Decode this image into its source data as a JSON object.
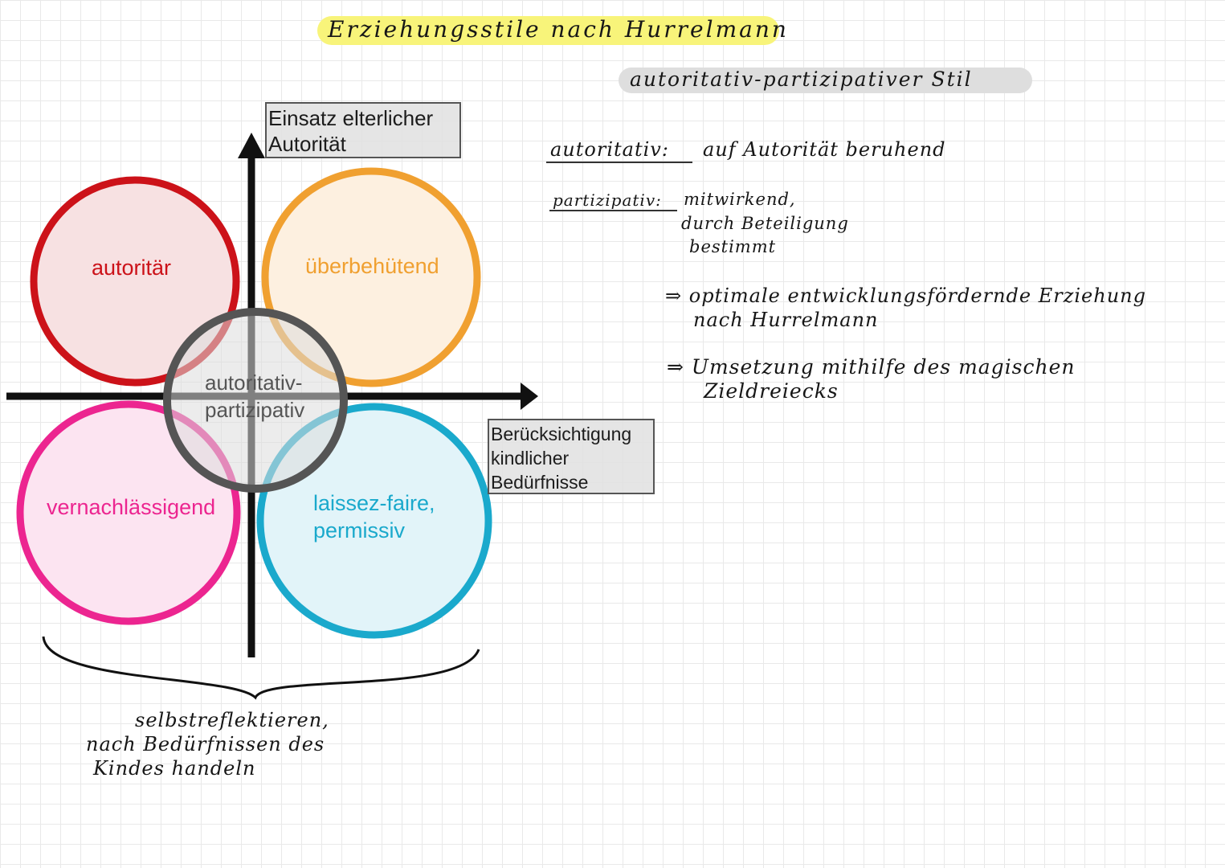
{
  "title": "Erziehungsstile nach Hurrelmann",
  "subtitle": "autoritativ-partizipativer Stil",
  "axes": {
    "y_label": [
      "Einsatz elterlicher",
      "Autorität"
    ],
    "x_label": [
      "Berücksichtigung",
      "kindlicher",
      "Bedürfnisse"
    ]
  },
  "styles": {
    "autoritaer": {
      "label": "autoritär",
      "color": "#cc1219",
      "fill": "#f7e1e2"
    },
    "ueberbehuetend": {
      "label": "überbehütend",
      "color": "#f0a030",
      "fill": "#fdf0e0"
    },
    "vernachlaessigend": {
      "label": "vernachlässigend",
      "color": "#ec2590",
      "fill": "#fce4f1"
    },
    "laissez": {
      "label": [
        "laissez-faire,",
        "permissiv"
      ],
      "color": "#1aa9cc",
      "fill": "#e2f4f9"
    },
    "autoritativ": {
      "label": [
        "autoritativ-",
        "partizipativ"
      ],
      "color": "#555555",
      "fill": "rgba(220,220,220,0.55)"
    }
  },
  "brace_note": [
    "selbstreflektieren,",
    "nach Bedürfnissen des",
    "Kindes handeln"
  ],
  "notes": {
    "def1_term": "autoritativ:",
    "def1_text": "auf Autorität beruhend",
    "def2_term": "partizipativ:",
    "def2_text": [
      "mitwirkend,",
      "durch Beteiligung",
      "bestimmt"
    ],
    "conclusion1": [
      "⇒ optimale entwicklungsfördernde Erziehung",
      "nach Hurrelmann"
    ],
    "conclusion2": [
      "⇒ Umsetzung mithilfe des magischen",
      "Zieldreiecks"
    ]
  }
}
